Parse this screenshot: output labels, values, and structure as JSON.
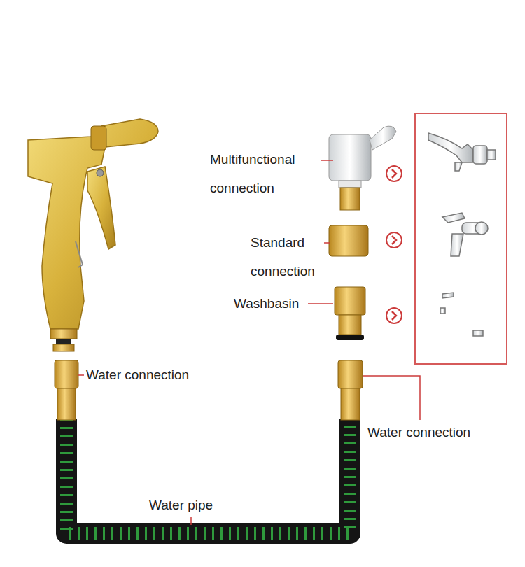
{
  "diagram": {
    "labels": [
      "Multifunctional connection",
      "Standard connection",
      "Washbasin",
      "Water connection",
      "Water connection",
      "Water pipe"
    ]
  }
}
